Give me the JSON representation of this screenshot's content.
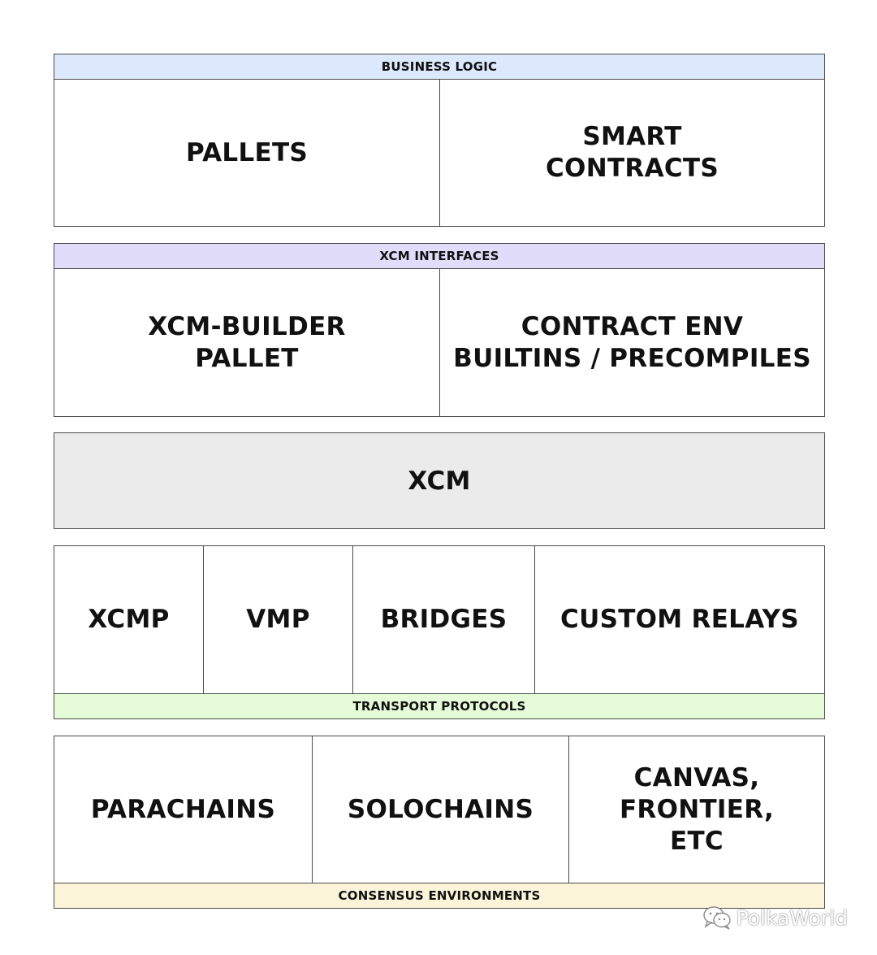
{
  "colors": {
    "business_logic_band": "#dce8fb",
    "xcm_interfaces_band": "#e2dcfb",
    "xcm_block": "#ebebeb",
    "transport_band": "#e6fcd9",
    "consensus_band": "#fbf4d9",
    "border": "#4a4a4a"
  },
  "business_logic": {
    "label": "BUSINESS LOGIC",
    "cells": [
      "PALLETS",
      "SMART\nCONTRACTS"
    ]
  },
  "xcm_interfaces": {
    "label": "XCM INTERFACES",
    "cells": [
      "XCM-BUILDER\nPALLET",
      "CONTRACT ENV\nBUILTINS / PRECOMPILES"
    ]
  },
  "xcm": {
    "label": "XCM"
  },
  "transport_protocols": {
    "label": "TRANSPORT PROTOCOLS",
    "cells": [
      "XCMP",
      "VMP",
      "BRIDGES",
      "CUSTOM RELAYS"
    ]
  },
  "consensus_environments": {
    "label": "CONSENSUS ENVIRONMENTS",
    "cells": [
      "PARACHAINS",
      "SOLOCHAINS",
      "CANVAS,\nFRONTIER,\nETC"
    ]
  },
  "watermark": {
    "icon": "wechat-icon",
    "text": "PolkaWorld"
  }
}
